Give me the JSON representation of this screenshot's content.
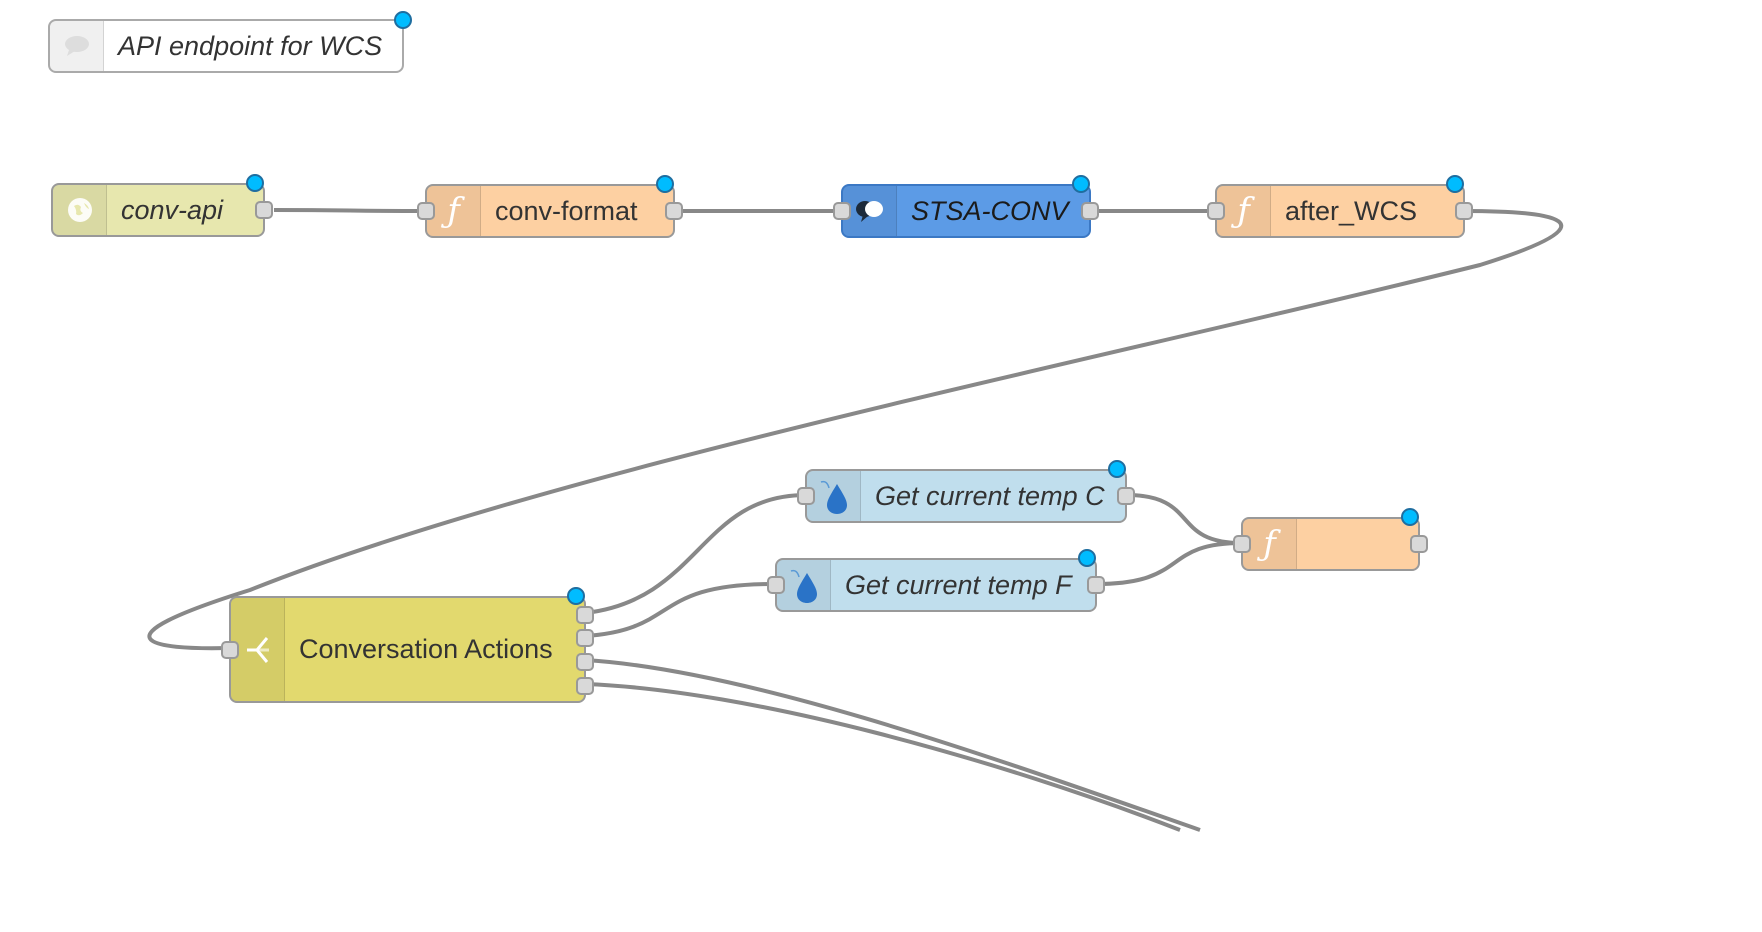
{
  "flow": {
    "comment": {
      "label": "API endpoint for WCS",
      "icon": "comment-icon"
    },
    "nodes": [
      {
        "id": "conv-api",
        "label": "conv-api",
        "type": "http in",
        "icon": "globe-icon"
      },
      {
        "id": "conv-format",
        "label": "conv-format",
        "type": "function",
        "icon": "function-icon"
      },
      {
        "id": "stsa-conv",
        "label": "STSA-CONV",
        "type": "conversation",
        "icon": "conversation-icon"
      },
      {
        "id": "after-wcs",
        "label": "after_WCS",
        "type": "function",
        "icon": "function-icon"
      },
      {
        "id": "conversation-actions",
        "label": "Conversation Actions",
        "type": "switch",
        "icon": "switch-icon"
      },
      {
        "id": "temp-c",
        "label": "Get current temp C",
        "type": "weather",
        "icon": "weather-drop-icon"
      },
      {
        "id": "temp-f",
        "label": "Get current temp F",
        "type": "weather",
        "icon": "weather-drop-icon"
      },
      {
        "id": "unnamed-function",
        "label": "",
        "type": "function",
        "icon": "function-icon"
      }
    ]
  },
  "colors": {
    "wire": "#888888",
    "changed_indicator": "#00bcff",
    "function_node": "#fdd0a2",
    "http_node": "#e7e7ae",
    "conversation_node": "#5c9be6",
    "weather_node": "#c0deed",
    "switch_node": "#e2d96e"
  }
}
